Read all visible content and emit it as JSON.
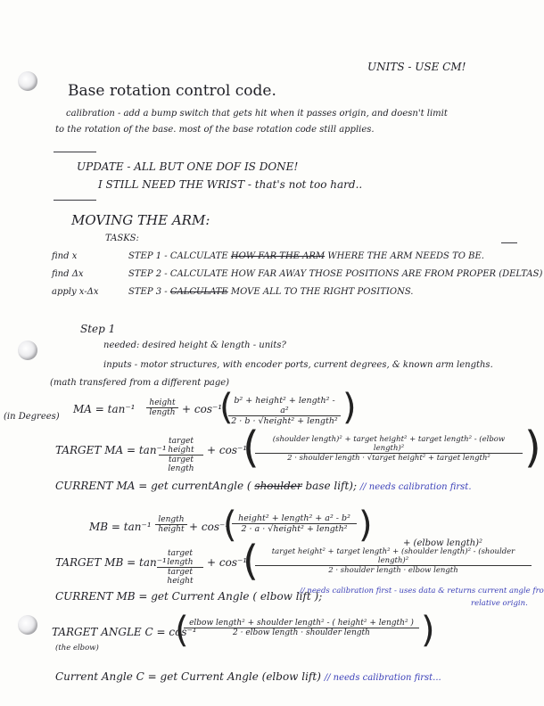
{
  "units_note": "UNITS - USE CM!",
  "title": "Base rotation control code.",
  "calibration": {
    "line1": "calibration - add a bump switch that gets hit when it passes origin, and doesn't limit",
    "line2": "to the rotation of the base.    most of the base rotation code still applies."
  },
  "update": {
    "line1": "UPDATE - ALL BUT ONE DOF IS DONE!",
    "line2": "I STILL NEED THE WRIST - that's not too hard.."
  },
  "moving": {
    "heading": "MOVING THE ARM:",
    "tasks_label": "TASKS:",
    "tasks": [
      {
        "tag": "find x",
        "step": "STEP 1 - CALCULATE",
        "struck": "HOW FAR THE ARM",
        "rest": "WHERE THE ARM NEEDS TO BE."
      },
      {
        "tag": "find Δx",
        "step": "STEP 2 - CALCULATE HOW FAR AWAY THOSE POSITIONS ARE FROM PROPER (DELTAS)",
        "struck": "",
        "rest": ""
      },
      {
        "tag": "apply x-Δx",
        "step": "STEP 3 -",
        "struck": "CALCULATE",
        "rest": "MOVE ALL TO THE RIGHT POSITIONS."
      }
    ]
  },
  "step1": {
    "label": "Step 1",
    "needed": "needed: desired height & length - units?",
    "inputs": "inputs - motor structures, with encoder ports, current degrees, & known arm lengths.",
    "note": "(math transfered from a different page)"
  },
  "side_note": "(in Degrees)",
  "equations": {
    "ma_lhs": "MA = tan⁻¹",
    "ma_frac_num": "height",
    "ma_frac_den": "length",
    "ma_plus": "+ cos⁻¹",
    "ma_num": "b² + height² + length² - a²",
    "ma_den": "2 · b · √height² + length²",
    "tma_lhs": "TARGET MA = tan⁻¹",
    "tma_frac_num": "target height",
    "tma_frac_den": "target length",
    "tma_plus": "+ cos⁻¹",
    "tma_num": "(shoulder length)² + target height² + target length² - (elbow length)²",
    "tma_den": "2 · shoulder length · √target height² + target length²",
    "cma": "CURRENT MA = get currentAngle (",
    "cma_struck": "shoulder",
    "cma_rest": "base lift);",
    "cma_note": "// needs calibration first.",
    "mb_lhs": "MB = tan⁻¹",
    "mb_frac_num": "length",
    "mb_frac_den": "height",
    "mb_plus": "+ cos⁻¹",
    "mb_num": "height² + length² + a² - b²",
    "mb_den": "2 · a · √height² + length²",
    "tmb_extra": "+ (elbow length)²",
    "tmb_lhs": "TARGET MB = tan⁻¹",
    "tmb_frac_num": "target length",
    "tmb_frac_den": "target height",
    "tmb_plus": "+ cos⁻¹",
    "tmb_num": "target height² + target length² + (shoulder length)² - (shoulder length)²",
    "tmb_den": "2 · shoulder length · elbow length",
    "cmb": "CURRENT MB = get Current Angle ( elbow lift );",
    "cmb_note": "// needs calibration first - uses data & returns current angle from",
    "cmb_note2": "relative origin.",
    "tac_lhs": "TARGET ANGLE C = cos⁻¹",
    "tac_sub": "(the elbow)",
    "tac_num": "elbow length² + shoulder length² - ( height² + length² )",
    "tac_den": "2 · elbow length · shoulder length",
    "cac": "Current Angle C = get Current Angle (elbow lift)",
    "cac_note": "// needs calibration first..."
  }
}
